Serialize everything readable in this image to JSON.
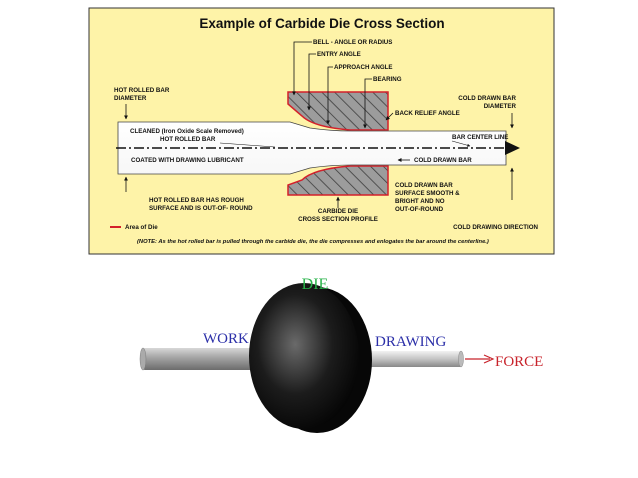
{
  "top_diagram": {
    "title": "Example of Carbide Die Cross Section",
    "labels": {
      "bell": "BELL - ANGLE OR RADIUS",
      "entry_angle": "ENTRY ANGLE",
      "approach_angle": "APPROACH  ANGLE",
      "bearing": "BEARING",
      "back_relief": "BACK RELIEF ANGLE",
      "hot_diameter_1": "HOT ROLLED BAR",
      "hot_diameter_2": "DIAMETER",
      "cold_diameter_1": "COLD DRAWN BAR",
      "cold_diameter_2": "DIAMETER",
      "cleaned": "CLEANED (Iron Oxide Scale Removed)",
      "hot_rolled_bar": "HOT ROLLED BAR",
      "center_line": "BAR CENTER LINE",
      "coated": "COATED WITH DRAWING LUBRICANT",
      "cold_drawn_bar": "COLD DRAWN BAR",
      "surface_1": "COLD DRAWN BAR",
      "surface_2": "SURFACE SMOOTH &",
      "surface_3": "BRIGHT AND NO",
      "surface_4": "OUT-OF-ROUND",
      "rough_1": "HOT ROLLED BAR HAS ROUGH",
      "rough_2": "SURFACE AND IS OUT-OF- ROUND",
      "profile_1": "CARBIDE DIE",
      "profile_2": "CROSS SECTION PROFILE",
      "direction": "COLD DRAWING DIRECTION",
      "legend": "Area of Die",
      "note": "(NOTE: As the hot rolled bar is pulled through the carbide die, the die compresses and enlogates the bar around the centerline.)"
    }
  },
  "bottom_diagram": {
    "die": "DIE",
    "work": "WORK",
    "drawing": "DRAWING",
    "force": "FORCE"
  },
  "colors": {
    "panel": "#fef3a8",
    "die_outline": "#d4202a",
    "die_fill": "#9a9a9a",
    "die_label": "#29b34a",
    "work_label": "#2b2fa8",
    "force_label": "#c8232b"
  }
}
